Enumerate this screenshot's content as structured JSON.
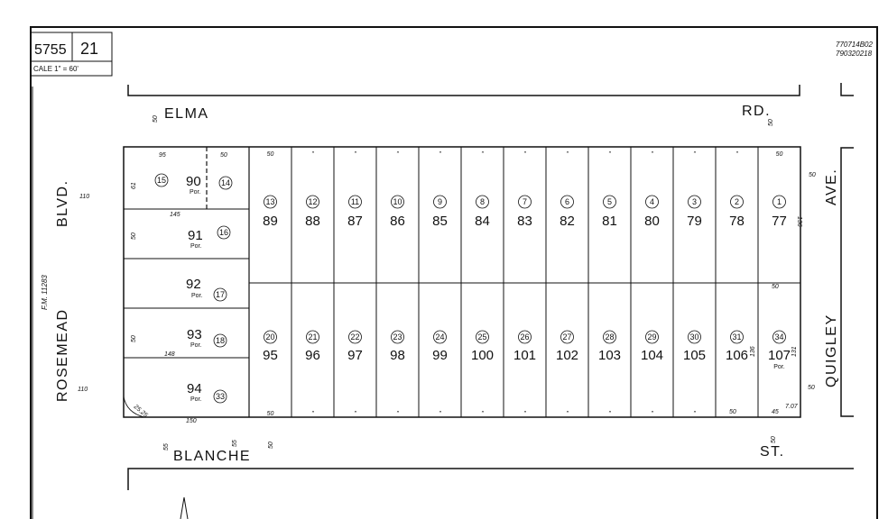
{
  "header": {
    "book": "5755",
    "page": "21",
    "scale": "CALE 1\" = 60'",
    "revision_codes": [
      "770714B02",
      "790320218"
    ]
  },
  "streets": {
    "top_left": "ELMA",
    "top_right": "RD.",
    "bottom_left": "BLANCHE",
    "bottom_right": "ST.",
    "left_upper": "BLVD.",
    "left_lower": "ROSEMEAD",
    "right_upper": "AVE.",
    "right_lower": "QUIGLEY"
  },
  "tract_ref": "F.M. 11283",
  "left_lots": [
    {
      "lot": "90",
      "parcel": "15",
      "por": "Por."
    },
    {
      "lot": "91",
      "parcel": "16",
      "por": "Por."
    },
    {
      "lot": "92",
      "parcel": "17",
      "por": "Por."
    },
    {
      "lot": "93",
      "parcel": "18",
      "por": "Por."
    },
    {
      "lot": "94",
      "parcel": "33",
      "por": "Por."
    }
  ],
  "extra_parcel": "14",
  "top_row": [
    {
      "lot": "89",
      "parcel": "13"
    },
    {
      "lot": "88",
      "parcel": "12"
    },
    {
      "lot": "87",
      "parcel": "11"
    },
    {
      "lot": "86",
      "parcel": "10"
    },
    {
      "lot": "85",
      "parcel": "9"
    },
    {
      "lot": "84",
      "parcel": "8"
    },
    {
      "lot": "83",
      "parcel": "7"
    },
    {
      "lot": "82",
      "parcel": "6"
    },
    {
      "lot": "81",
      "parcel": "5"
    },
    {
      "lot": "80",
      "parcel": "4"
    },
    {
      "lot": "79",
      "parcel": "3"
    },
    {
      "lot": "78",
      "parcel": "2"
    },
    {
      "lot": "77",
      "parcel": "1"
    }
  ],
  "bottom_row": [
    {
      "lot": "95",
      "parcel": "20"
    },
    {
      "lot": "96",
      "parcel": "21"
    },
    {
      "lot": "97",
      "parcel": "22"
    },
    {
      "lot": "98",
      "parcel": "23"
    },
    {
      "lot": "99",
      "parcel": "24"
    },
    {
      "lot": "100",
      "parcel": "25"
    },
    {
      "lot": "101",
      "parcel": "26"
    },
    {
      "lot": "102",
      "parcel": "27"
    },
    {
      "lot": "103",
      "parcel": "28"
    },
    {
      "lot": "104",
      "parcel": "29"
    },
    {
      "lot": "105",
      "parcel": "30"
    },
    {
      "lot": "106",
      "parcel": "31"
    },
    {
      "lot": "107",
      "parcel": "34",
      "por": "Por."
    }
  ],
  "dimensions": {
    "street_width": "50",
    "lot_width": "50",
    "ditto": "\"",
    "blvd_width": "110",
    "depth_136": "136",
    "left_95": "95",
    "left_145": "145",
    "left_148": "148",
    "left_150": "150",
    "left_61": "61",
    "corner_45": "45",
    "corner_7": "7.07",
    "radius": "25.25",
    "r55": "55",
    "lot_depth_131": "131",
    "lot_depth_136b": "136"
  }
}
